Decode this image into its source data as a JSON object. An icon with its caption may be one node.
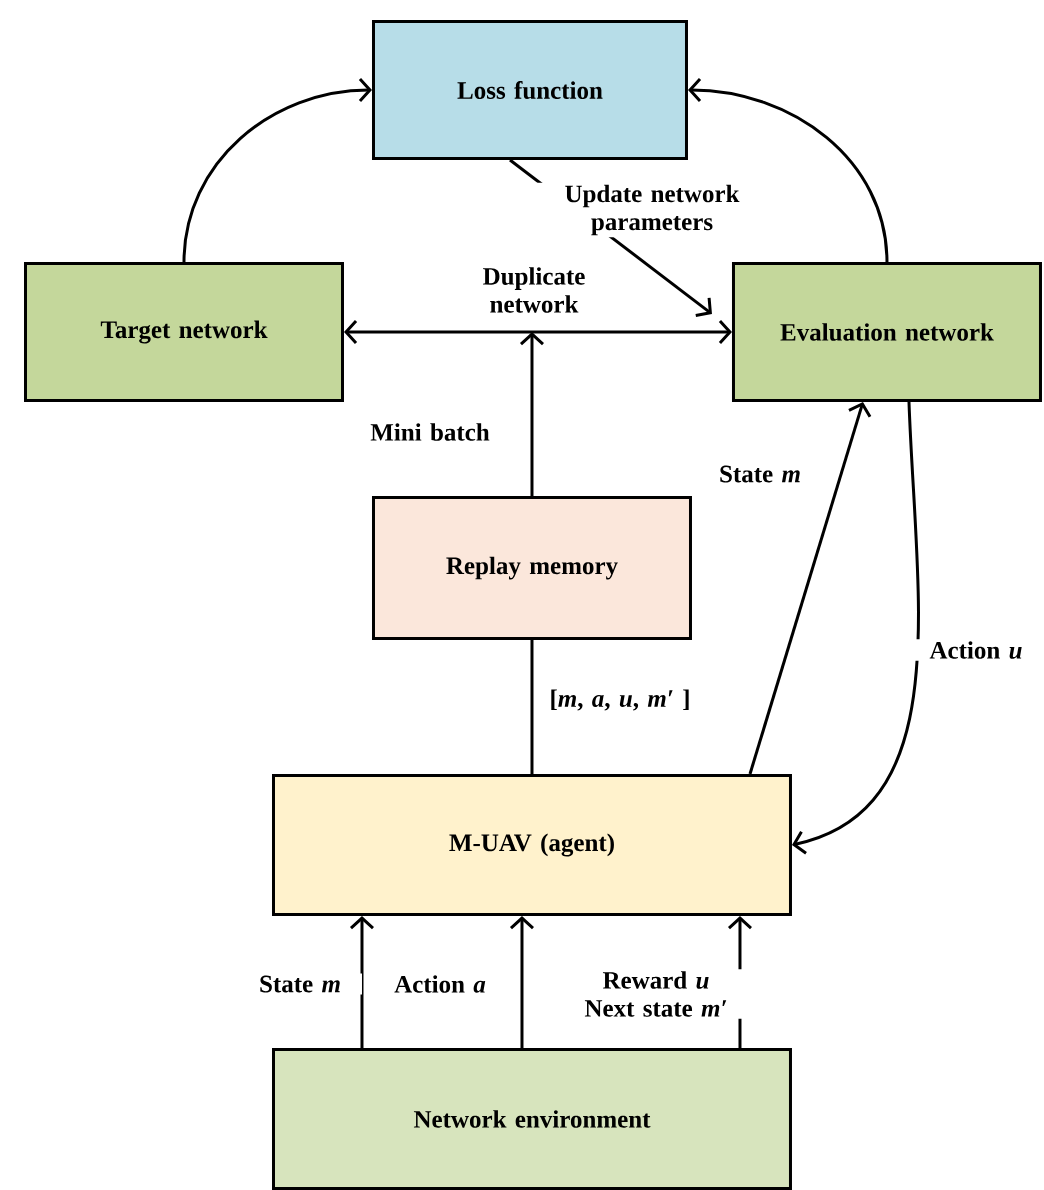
{
  "diagram": {
    "nodes": [
      {
        "text": [
          "Loss function"
        ]
      },
      {
        "text": [
          "Target network"
        ]
      },
      {
        "text": [
          "Evaluation network"
        ]
      },
      {
        "text": [
          "Replay memory"
        ]
      },
      {
        "text": [
          "M-UAV (agent)"
        ]
      },
      {
        "text": [
          "Network environment"
        ]
      }
    ],
    "edges": [
      {
        "from": 1,
        "to": 0,
        "arrow": "to"
      },
      {
        "from": 2,
        "to": 0,
        "arrow": "to"
      },
      {
        "from": 0,
        "to": 2,
        "arrow": "to",
        "label": "Update network parameters"
      },
      {
        "from": 1,
        "to": 2,
        "arrow": "both",
        "label": "Duplicate network"
      },
      {
        "from": 3,
        "to": null,
        "arrow": "to",
        "label": "Mini batch"
      },
      {
        "from": 4,
        "to": 3,
        "arrow": "none",
        "label": "[*m*, *a*, *u*, *m′* ]"
      },
      {
        "from": 4,
        "to": 2,
        "arrow": "to",
        "label": "State *m*"
      },
      {
        "from": 2,
        "to": 4,
        "arrow": "to",
        "label": "Action *u*"
      },
      {
        "from": 5,
        "to": 4,
        "arrow": "to",
        "label": "State *m*"
      },
      {
        "from": 5,
        "to": 4,
        "arrow": "to",
        "label": "Action *a*"
      },
      {
        "from": 5,
        "to": 4,
        "arrow": "to",
        "label": "Reward *u* Next state *m′*"
      }
    ]
  }
}
